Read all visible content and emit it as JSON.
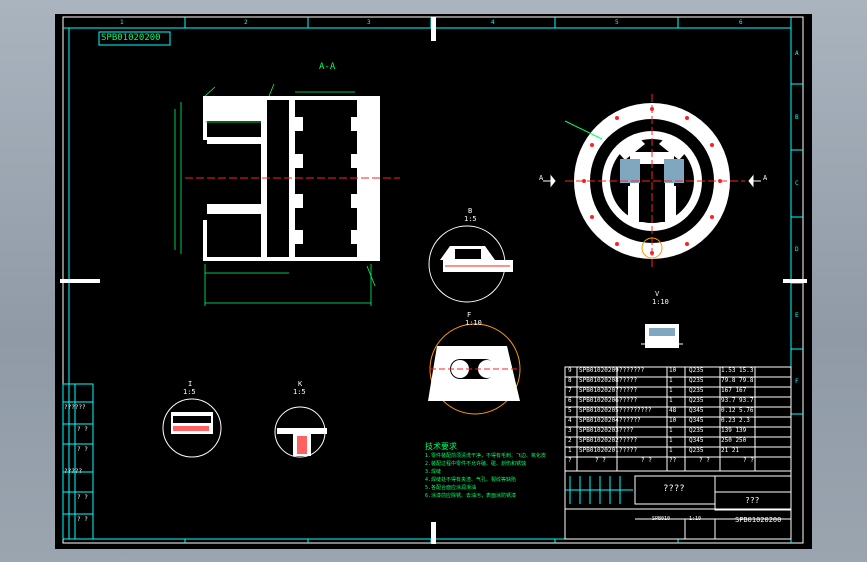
{
  "drawing": {
    "code_stamp": "SPB01020200",
    "section_label": "A-A",
    "zone_columns": [
      "1",
      "2",
      "3",
      "4",
      "5",
      "6"
    ],
    "zone_rows": [
      "A",
      "B",
      "C",
      "D",
      "E",
      "F"
    ]
  },
  "views": {
    "detail_b": {
      "letter": "B",
      "scale": "1:5"
    },
    "detail_f": {
      "letter": "F",
      "scale": "1:10"
    },
    "detail_v": {
      "letter": "V",
      "scale": "1:10"
    },
    "detail_i": {
      "letter": "I",
      "scale": "1:5"
    },
    "detail_k": {
      "letter": "K",
      "scale": "1:5"
    },
    "section_marker": "A"
  },
  "notes": {
    "title": "技术要求",
    "lines": [
      "1.零件装配前须清洗干净，不得有毛刺、飞边、氧化皮",
      "2.装配过程中零件不允许磕、碰、划伤和锈蚀",
      "3.焊缝",
      "4.焊缝处不得有夹渣、气孔、裂纹等缺陷",
      "5.各配合面应涂润滑油",
      "6.涂漆前应除锈、去油污，表面涂防锈漆"
    ]
  },
  "left_table": {
    "cells": [
      "??????",
      "? ?",
      "? ?",
      "?????",
      "? ?",
      "? ?"
    ]
  },
  "bom": {
    "rows": [
      {
        "no": "9",
        "code": "SPB01020209",
        "name": "???????",
        "qty": "10",
        "mat": "Q235",
        "wt": "1.53 15.3"
      },
      {
        "no": "8",
        "code": "SPB01020208",
        "name": "?????",
        "qty": "1",
        "mat": "Q235",
        "wt": "79.8 79.8"
      },
      {
        "no": "7",
        "code": "SPB01020207",
        "name": "?????",
        "qty": "1",
        "mat": "Q235",
        "wt": "167 167"
      },
      {
        "no": "6",
        "code": "SPB01020206",
        "name": "?????",
        "qty": "1",
        "mat": "Q235",
        "wt": "93.7 93.7"
      },
      {
        "no": "5",
        "code": "SPB01020205",
        "name": "?????????",
        "qty": "48",
        "mat": "Q345",
        "wt": "0.12 5.76"
      },
      {
        "no": "4",
        "code": "SPB01020204",
        "name": "??????",
        "qty": "10",
        "mat": "Q345",
        "wt": "0.23 2.3"
      },
      {
        "no": "3",
        "code": "SPB01020203",
        "name": "????",
        "qty": "1",
        "mat": "Q235",
        "wt": "139 139"
      },
      {
        "no": "2",
        "code": "SPB01020202",
        "name": "?????",
        "qty": "1",
        "mat": "Q345",
        "wt": "250 250"
      },
      {
        "no": "1",
        "code": "SPB01020201",
        "name": "?????",
        "qty": "1",
        "mat": "Q235",
        "wt": "21 21"
      }
    ],
    "header": [
      "?",
      "? ?",
      "? ?",
      "??",
      "? ?",
      "? ?"
    ]
  },
  "title_block": {
    "part_name": "????",
    "company": "???",
    "drawing_no": "SPB01020200",
    "scale": "1:10",
    "stamp": "SPB010"
  }
}
